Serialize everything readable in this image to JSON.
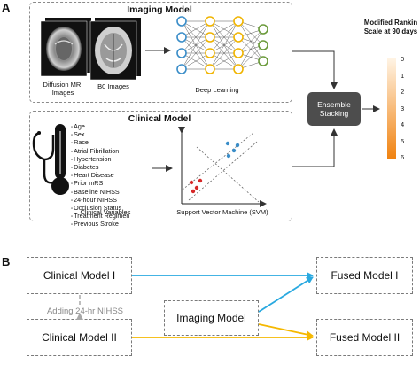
{
  "panel_a": {
    "letter": "A",
    "imaging_model": {
      "title": "Imaging Model",
      "diffusion_label": "Diffusion MRI Images",
      "b0_label": "B0 Images",
      "deep_learning_label": "Deep Learning"
    },
    "clinical_model": {
      "title": "Clinical Model",
      "variables": [
        "Age",
        "Sex",
        "Race",
        "Atrial Fibrillation",
        "Hypertension",
        "Diabetes",
        "Heart Disease",
        "Prior mRS",
        "Baseline NIHSS",
        "24-hour NIHSS",
        "Occlusion Status",
        "Treatment Regimen",
        "Previous Stroke"
      ],
      "variables_label": "Clinical Variables",
      "svm_label": "Support Vector Machine (SVM)"
    },
    "ensemble_label": "Ensemble Stacking",
    "scale": {
      "title": "Modified Rankin Scale at 90 days",
      "values": [
        "0",
        "1",
        "2",
        "3",
        "4",
        "5",
        "6"
      ],
      "gradient_start": "#fff5e6",
      "gradient_end": "#f0820f"
    }
  },
  "panel_b": {
    "letter": "B",
    "clinical_model_1": "Clinical Model I",
    "clinical_model_2": "Clinical Model II",
    "imaging_model": "Imaging Model",
    "fused_model_1": "Fused Model I",
    "fused_model_2": "Fused Model II",
    "adding_label": "Adding 24-hr NIHSS",
    "colors": {
      "blue": "#29a9e0",
      "yellow": "#f5b800",
      "gray": "#a8a8a8"
    }
  }
}
